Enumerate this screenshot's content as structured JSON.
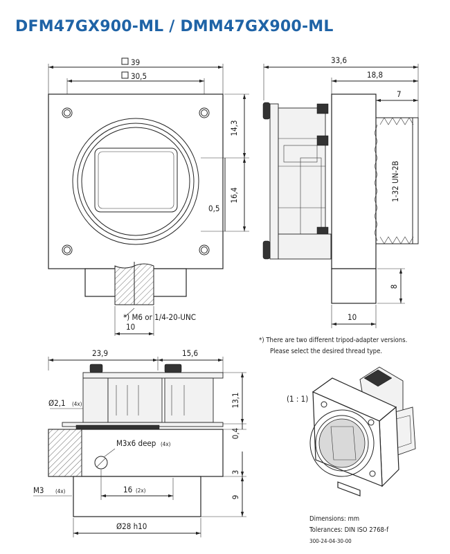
{
  "title": "DFM47GX900-ML / DMM47GX900-ML",
  "front_view": {
    "dim_outer": "39",
    "dim_inner": "30,5",
    "dim_top": "14,3",
    "dim_mid": "16,4",
    "dim_small": "0,5",
    "tripod_note": "*) M6 or 1/4-20-UNC",
    "dim_tripod": "10"
  },
  "side_view": {
    "dim_total": "33,6",
    "dim_flange": "18,8",
    "dim_thread": "7",
    "thread_label": "1-32 UN-2B",
    "dim_height": "8",
    "dim_width": "10"
  },
  "footnote": {
    "line1": "*) There are two different tripod-adapter versions.",
    "line2": "Please select the desired thread type."
  },
  "bottom_view": {
    "dim_left": "23,9",
    "dim_right": "15,6",
    "hole_label": "Ø2,1",
    "hole_count": "(4x)",
    "dim_pcb": "13,1",
    "dim_gap": "0,4",
    "screw_label": "M3x6 deep",
    "screw_count": "(4x)",
    "dim_3": "3",
    "m3_label": "M3",
    "m3_count": "(4x)",
    "dim_16": "16",
    "dim_16_count": "(2x)",
    "dim_9": "9",
    "diameter_label": "Ø28 h10"
  },
  "iso_view": {
    "scale": "(1 : 1)"
  },
  "footer": {
    "dimensions": "Dimensions: mm",
    "tolerances": "Tolerances: DIN ISO 2768-f",
    "code": "300-24-04-30-00"
  }
}
